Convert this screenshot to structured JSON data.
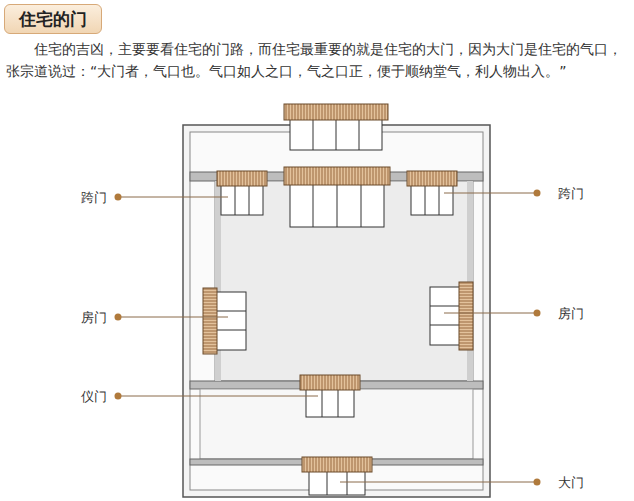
{
  "diagram": {
    "title": "住宅的门",
    "labels": [
      "住宅的吉凶，主要要看住宅的门路，而住宅最重要的就是住宅的大门，因为大门是住宅的气口，张宗道说过：“大门者，气口也。气口如人之口，气之口正，便于顺纳堂气，利人物出入。”",
      "跨门",
      "跨门",
      "房门",
      "房门",
      "仪门",
      "大门"
    ]
  }
}
